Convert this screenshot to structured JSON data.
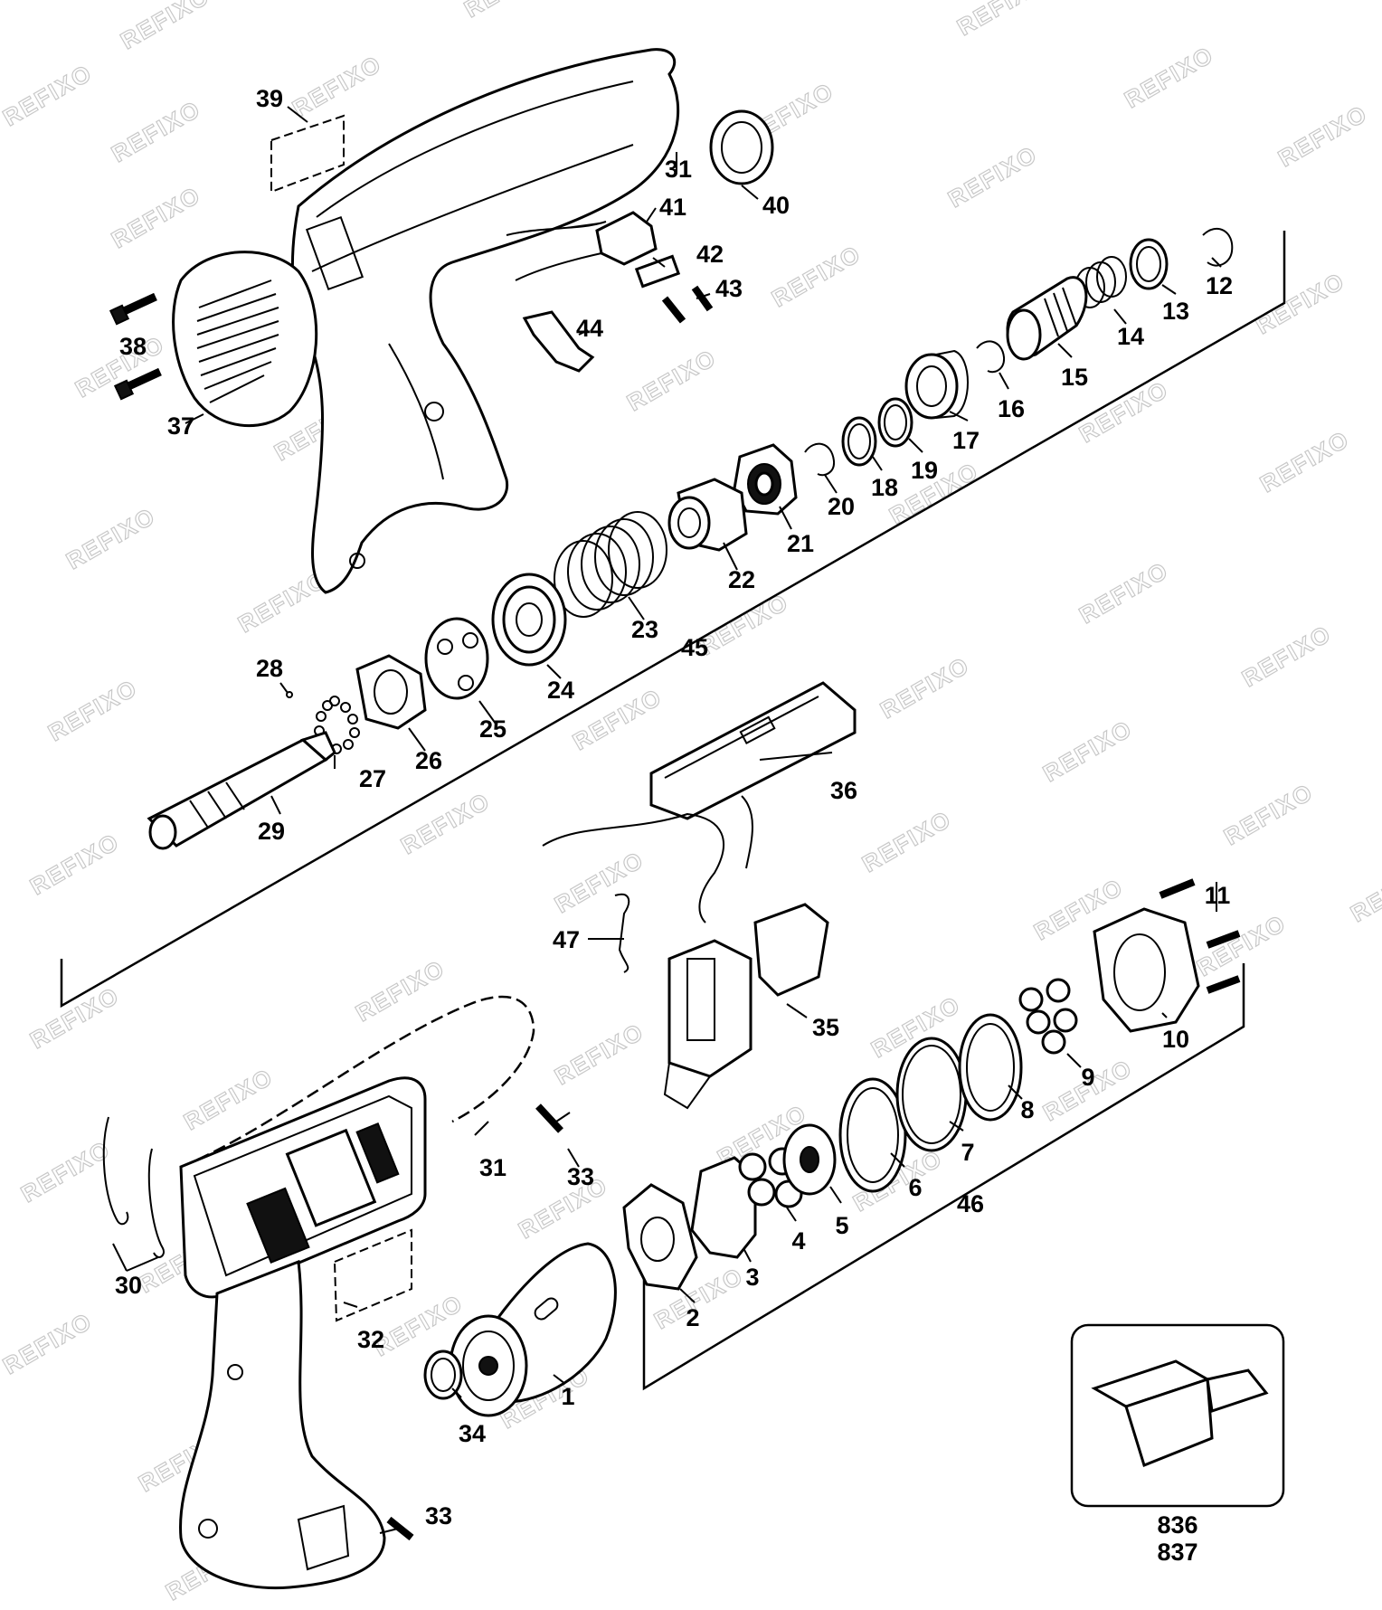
{
  "watermark": "REFIXO",
  "model_numbers": [
    "836",
    "837"
  ],
  "part_labels": [
    {
      "text": "1"
    },
    {
      "text": "2"
    },
    {
      "text": "3"
    },
    {
      "text": "4"
    },
    {
      "text": "5"
    },
    {
      "text": "6"
    },
    {
      "text": "7"
    },
    {
      "text": "8"
    },
    {
      "text": "9"
    },
    {
      "text": "10"
    },
    {
      "text": "11"
    },
    {
      "text": "12"
    },
    {
      "text": "13"
    },
    {
      "text": "14"
    },
    {
      "text": "15"
    },
    {
      "text": "16"
    },
    {
      "text": "17"
    },
    {
      "text": "18"
    },
    {
      "text": "19"
    },
    {
      "text": "20"
    },
    {
      "text": "21"
    },
    {
      "text": "22"
    },
    {
      "text": "23"
    },
    {
      "text": "24"
    },
    {
      "text": "25"
    },
    {
      "text": "26"
    },
    {
      "text": "27"
    },
    {
      "text": "28"
    },
    {
      "text": "29"
    },
    {
      "text": "30"
    },
    {
      "text": "31"
    },
    {
      "text": "31"
    },
    {
      "text": "32"
    },
    {
      "text": "33"
    },
    {
      "text": "33"
    },
    {
      "text": "34"
    },
    {
      "text": "35"
    },
    {
      "text": "36"
    },
    {
      "text": "37"
    },
    {
      "text": "38"
    },
    {
      "text": "39"
    },
    {
      "text": "40"
    },
    {
      "text": "41"
    },
    {
      "text": "42"
    },
    {
      "text": "43"
    },
    {
      "text": "44"
    },
    {
      "text": "45"
    },
    {
      "text": "46"
    },
    {
      "text": "47"
    }
  ]
}
